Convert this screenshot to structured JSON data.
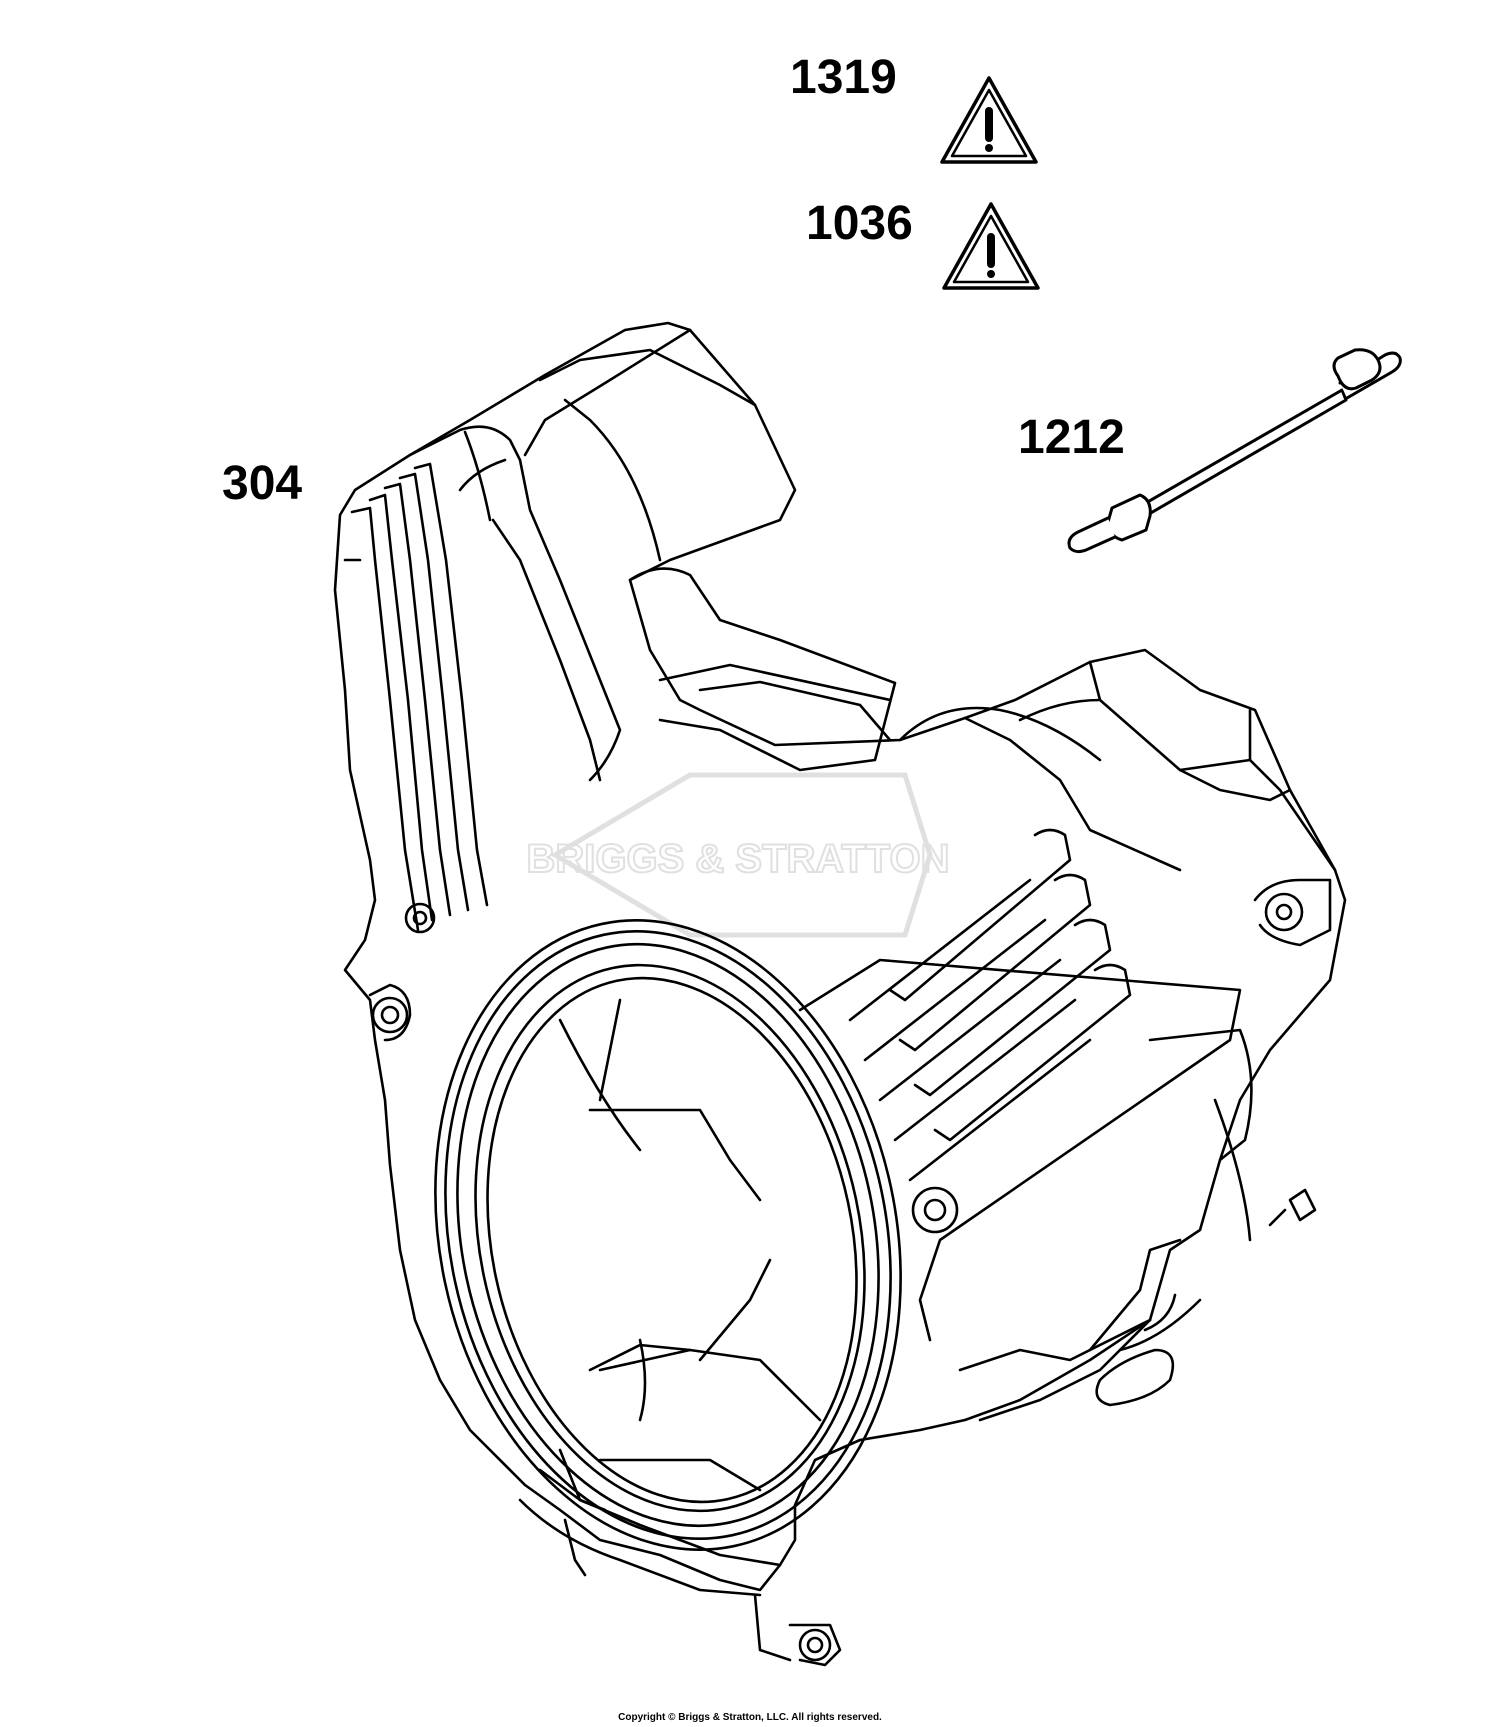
{
  "parts": [
    {
      "id": "1319",
      "label": "1319",
      "warning_icon": "warning-triangle-icon"
    },
    {
      "id": "1036",
      "label": "1036",
      "warning_icon": "warning-triangle-icon"
    },
    {
      "id": "1212",
      "label": "1212"
    },
    {
      "id": "304",
      "label": "304"
    }
  ],
  "copyright": "Copyright © Briggs & Stratton, LLC. All rights reserved.",
  "watermark_text": "BRIGGS & STRATTON",
  "colors": {
    "line": "#000000",
    "background": "#ffffff",
    "watermark": "#e6e6e6"
  }
}
